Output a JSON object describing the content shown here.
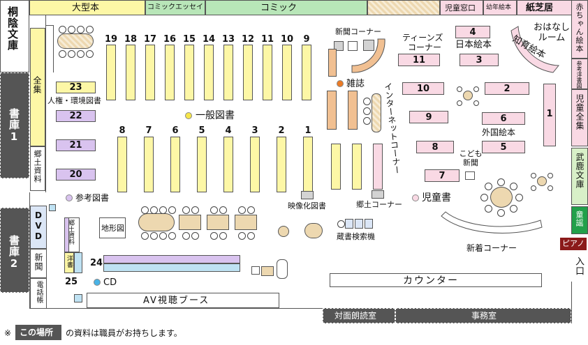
{
  "top_bar": {
    "ogatahon": "大型本",
    "comic_essay": "コミックエッセイ",
    "comic": "コミック",
    "jidou_madoguchi": "児童窓口",
    "yonen_ehon": "幼年絵本",
    "kamishibai": "紙芝居"
  },
  "left_wall": {
    "toin_bunko": "桐陰文庫",
    "shoko1": "書庫1",
    "shoko2": "書庫2",
    "zenshu": "全集",
    "kyodo_shiryo": "郷土資料",
    "dvd": "DVD",
    "shinbun": "新聞",
    "denwacho": "電話帳"
  },
  "right_wall": {
    "akachan_ehon": "赤ちゃん絵本",
    "sanko_yosho": "参考洋書図書",
    "jidou_zenshu": "児童全集",
    "takeshika_bunko": "武鹿文庫",
    "doyo": "童謡",
    "piano": "ピアノ",
    "iriguchi": "入口"
  },
  "general": {
    "shelf_numbers_top": [
      "19",
      "18",
      "17",
      "16",
      "15",
      "14",
      "13",
      "12",
      "11",
      "10",
      "9"
    ],
    "shelf_numbers_bottom": [
      "8",
      "7",
      "6",
      "5",
      "4",
      "3",
      "2",
      "1"
    ],
    "ippan_tosho": "一般図書",
    "jinken": "人権・環境図書",
    "purple_shelves": [
      "23",
      "22",
      "21",
      "20"
    ],
    "sanko_tosho": "参考図書",
    "eizoka_tosho": "映像化図書",
    "kyodo_corner": "郷土コーナー",
    "zosho_kensaku": "蔵書検索機",
    "chikeizu": "地形図",
    "kyodo_shiryo2": "郷土資料",
    "yosho": "洋書",
    "shelf_24": "24",
    "shelf_25": "25",
    "cd": "CD",
    "av_booth": "AV視聴ブース"
  },
  "middle": {
    "shinbun_corner": "新聞コーナー",
    "zasshi": "雑誌",
    "internet_corner": "インターネットコーナー",
    "teens_corner_1": "ティーンズ",
    "teens_corner_2": "コーナー",
    "counter": "カウンター"
  },
  "children": {
    "ohanashi_room": "おはなしルーム",
    "chiiku_ehon": "知育絵本",
    "nihon_ehon": "日本絵本",
    "gaikoku_ehon": "外国絵本",
    "kodomo_shinbun": "こども新聞",
    "jidousho": "児童書",
    "shinchaku_corner": "新着コーナー",
    "pink_shelves": [
      "4",
      "3",
      "11",
      "10",
      "9",
      "8",
      "7",
      "2",
      "6",
      "5",
      "1"
    ]
  },
  "bottom": {
    "taimen_rodoku": "対面朗読室",
    "jimusho": "事務室",
    "note_prefix": "※",
    "note_highlight": "この場所",
    "note_text": "の資料は職員がお持ちします。"
  },
  "colors": {
    "shelf_yellow": "#fdf7a6",
    "children_pink": "#f9d9e4",
    "reference_purple": "#d9c3ef",
    "comic_green": "#b8e6b8",
    "takeshika_green": "#22a04a",
    "storage_gray": "#555555",
    "piano_red": "#8b1a1a"
  }
}
